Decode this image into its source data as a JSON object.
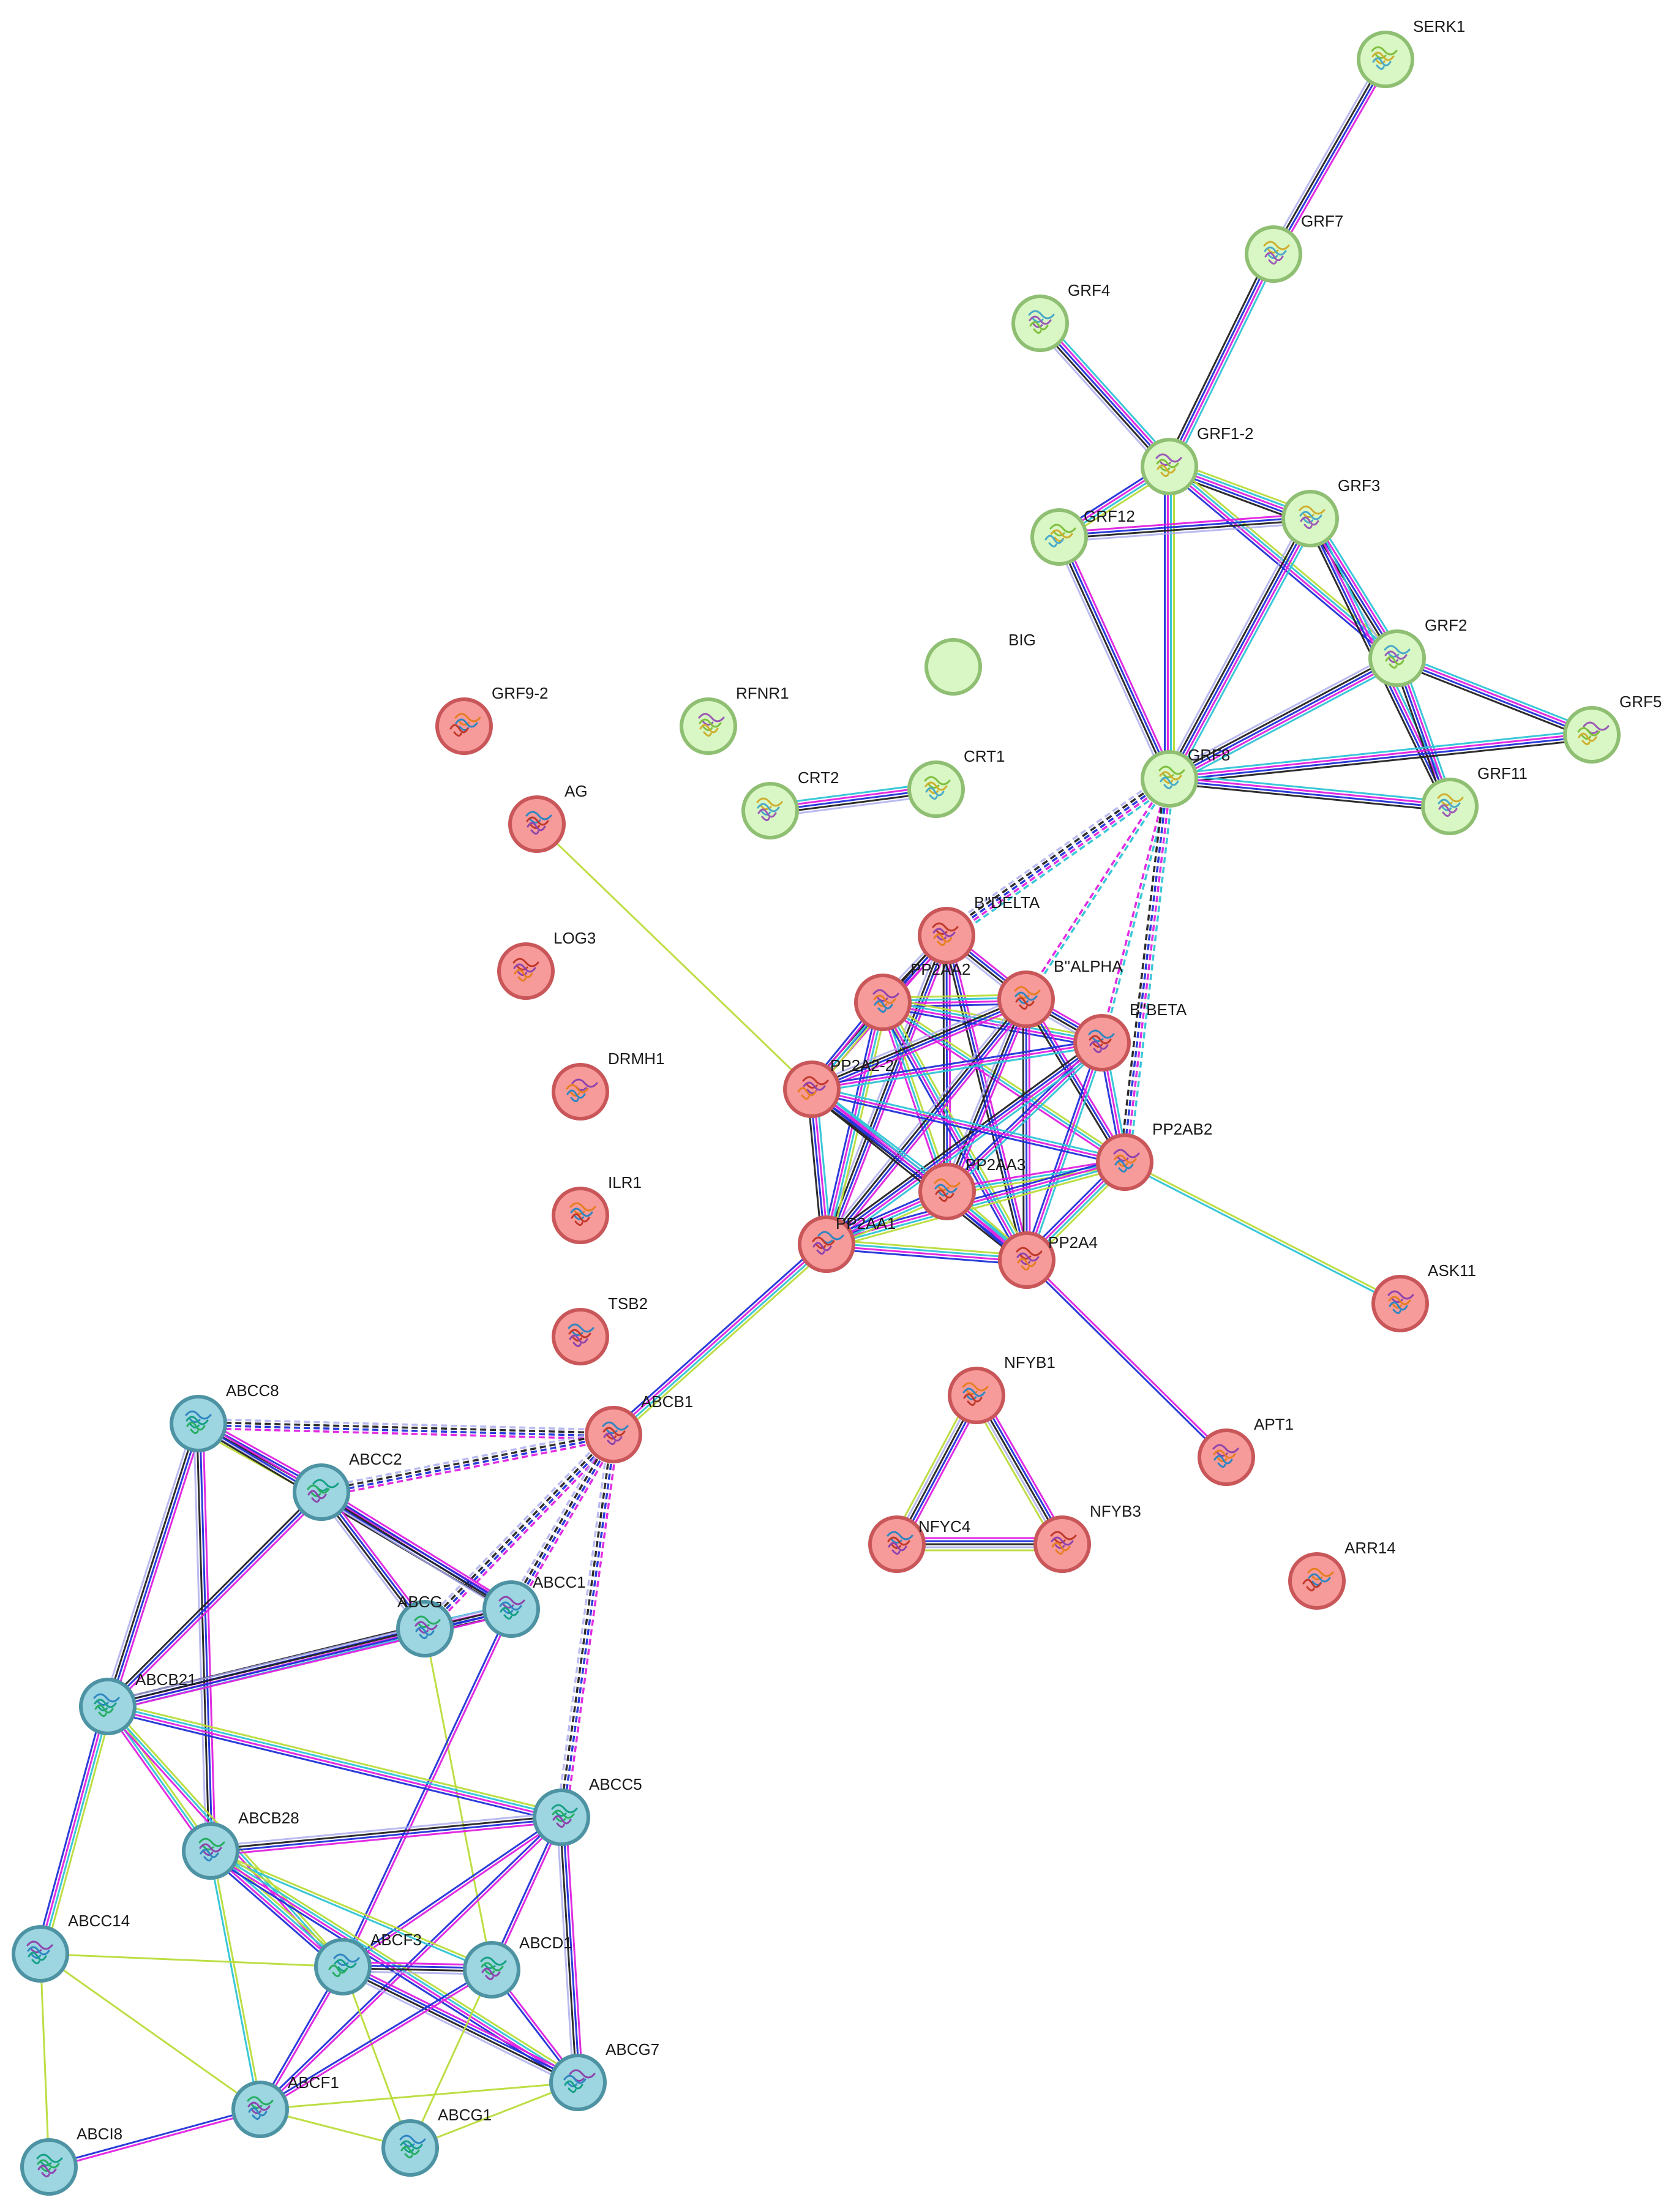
{
  "colors": {
    "cluster_green": "#d9f7c4",
    "cluster_green_stroke": "#8fbf72",
    "cluster_red": "#f79a9a",
    "cluster_red_stroke": "#c9575a",
    "cluster_blue": "#9dd5e0",
    "cluster_blue_stroke": "#4d93a3"
  },
  "edge_colors": [
    "#b9dc3a",
    "#2ec4d6",
    "#e020e0",
    "#2030d8",
    "#222222",
    "#a9a9ee"
  ],
  "nodes": [
    {
      "id": "SERK1",
      "label": "SERK1",
      "cluster": "green",
      "icon": "protein-structure-icon"
    },
    {
      "id": "GRF7",
      "label": "GRF7",
      "cluster": "green",
      "icon": "protein-structure-icon"
    },
    {
      "id": "GRF4",
      "label": "GRF4",
      "cluster": "green",
      "icon": "protein-structure-icon"
    },
    {
      "id": "GRF1-2",
      "label": "GRF1-2",
      "cluster": "green",
      "icon": "protein-structure-icon"
    },
    {
      "id": "GRF12",
      "label": "GRF12",
      "cluster": "green",
      "icon": "protein-structure-icon"
    },
    {
      "id": "GRF3",
      "label": "GRF3",
      "cluster": "green",
      "icon": "protein-structure-icon"
    },
    {
      "id": "GRF2",
      "label": "GRF2",
      "cluster": "green",
      "icon": "protein-structure-icon"
    },
    {
      "id": "GRF5",
      "label": "GRF5",
      "cluster": "green",
      "icon": "protein-structure-icon"
    },
    {
      "id": "GRF8",
      "label": "GRF8",
      "cluster": "green",
      "icon": "protein-structure-icon"
    },
    {
      "id": "GRF11",
      "label": "GRF11",
      "cluster": "green",
      "icon": "protein-structure-icon"
    },
    {
      "id": "BIG",
      "label": "BIG",
      "cluster": "green",
      "icon": ""
    },
    {
      "id": "RFNR1",
      "label": "RFNR1",
      "cluster": "green",
      "icon": "protein-structure-icon"
    },
    {
      "id": "CRT1",
      "label": "CRT1",
      "cluster": "green",
      "icon": "protein-structure-icon"
    },
    {
      "id": "CRT2",
      "label": "CRT2",
      "cluster": "green",
      "icon": "protein-structure-icon"
    },
    {
      "id": "GRF9-2",
      "label": "GRF9-2",
      "cluster": "red",
      "icon": "protein-structure-icon"
    },
    {
      "id": "AG",
      "label": "AG",
      "cluster": "red",
      "icon": "protein-structure-icon"
    },
    {
      "id": "LOG3",
      "label": "LOG3",
      "cluster": "red",
      "icon": "protein-structure-icon"
    },
    {
      "id": "DRMH1",
      "label": "DRMH1",
      "cluster": "red",
      "icon": "protein-structure-icon"
    },
    {
      "id": "ILR1",
      "label": "ILR1",
      "cluster": "red",
      "icon": "protein-structure-icon"
    },
    {
      "id": "TSB2",
      "label": "TSB2",
      "cluster": "red",
      "icon": "protein-structure-icon"
    },
    {
      "id": "B''DELTA",
      "label": "B''DELTA",
      "cluster": "red",
      "icon": "protein-structure-icon"
    },
    {
      "id": "PP2AA2",
      "label": "PP2AA2",
      "cluster": "red",
      "icon": "protein-structure-icon"
    },
    {
      "id": "B''ALPHA",
      "label": "B''ALPHA",
      "cluster": "red",
      "icon": "protein-structure-icon"
    },
    {
      "id": "B''BETA",
      "label": "B''BETA",
      "cluster": "red",
      "icon": "protein-structure-icon"
    },
    {
      "id": "PP2A2-2",
      "label": "PP2A2-2",
      "cluster": "red",
      "icon": "protein-structure-icon"
    },
    {
      "id": "PP2AB2",
      "label": "PP2AB2",
      "cluster": "red",
      "icon": "protein-structure-icon"
    },
    {
      "id": "PP2AA3",
      "label": "PP2AA3",
      "cluster": "red",
      "icon": "protein-structure-icon"
    },
    {
      "id": "PP2AA1",
      "label": "PP2AA1",
      "cluster": "red",
      "icon": "protein-structure-icon"
    },
    {
      "id": "PP2A4",
      "label": "PP2A4",
      "cluster": "red",
      "icon": "protein-structure-icon"
    },
    {
      "id": "ASK11",
      "label": "ASK11",
      "cluster": "red",
      "icon": "protein-structure-icon"
    },
    {
      "id": "NFYB1",
      "label": "NFYB1",
      "cluster": "red",
      "icon": "protein-structure-icon"
    },
    {
      "id": "NFYC4",
      "label": "NFYC4",
      "cluster": "red",
      "icon": "protein-structure-icon"
    },
    {
      "id": "NFYB3",
      "label": "NFYB3",
      "cluster": "red",
      "icon": "protein-structure-icon"
    },
    {
      "id": "APT1",
      "label": "APT1",
      "cluster": "red",
      "icon": "protein-structure-icon"
    },
    {
      "id": "ARR14",
      "label": "ARR14",
      "cluster": "red",
      "icon": "protein-structure-icon"
    },
    {
      "id": "ABCB1",
      "label": "ABCB1",
      "cluster": "red",
      "icon": "protein-structure-icon"
    },
    {
      "id": "ABCC8",
      "label": "ABCC8",
      "cluster": "blue",
      "icon": "protein-structure-icon"
    },
    {
      "id": "ABCC2",
      "label": "ABCC2",
      "cluster": "blue",
      "icon": "protein-structure-icon"
    },
    {
      "id": "ABCG",
      "label": "ABCG",
      "cluster": "blue",
      "icon": "protein-structure-icon"
    },
    {
      "id": "ABCC1",
      "label": "ABCC1",
      "cluster": "blue",
      "icon": "protein-structure-icon"
    },
    {
      "id": "ABCB21",
      "label": "ABCB21",
      "cluster": "blue",
      "icon": "protein-structure-icon"
    },
    {
      "id": "ABCC5",
      "label": "ABCC5",
      "cluster": "blue",
      "icon": "protein-structure-icon"
    },
    {
      "id": "ABCB28",
      "label": "ABCB28",
      "cluster": "blue",
      "icon": "protein-structure-icon"
    },
    {
      "id": "ABCC14",
      "label": "ABCC14",
      "cluster": "blue",
      "icon": "protein-structure-icon"
    },
    {
      "id": "ABCF3",
      "label": "ABCF3",
      "cluster": "blue",
      "icon": "protein-structure-icon"
    },
    {
      "id": "ABCD1",
      "label": "ABCD1",
      "cluster": "blue",
      "icon": "protein-structure-icon"
    },
    {
      "id": "ABCF1",
      "label": "ABCF1",
      "cluster": "blue",
      "icon": "protein-structure-icon"
    },
    {
      "id": "ABCG7",
      "label": "ABCG7",
      "cluster": "blue",
      "icon": "protein-structure-icon"
    },
    {
      "id": "ABCG1",
      "label": "ABCG1",
      "cluster": "blue",
      "icon": "protein-structure-icon"
    },
    {
      "id": "ABCI8",
      "label": "ABCI8",
      "cluster": "blue",
      "icon": "protein-structure-icon"
    }
  ],
  "edges": [
    {
      "source": "SERK1",
      "target": "GRF7",
      "channels": 4,
      "style": "solid"
    },
    {
      "source": "GRF7",
      "target": "GRF1-2",
      "channels": 4,
      "style": "solid"
    },
    {
      "source": "GRF4",
      "target": "GRF1-2",
      "channels": 5,
      "style": "solid"
    },
    {
      "source": "GRF1-2",
      "target": "GRF12",
      "channels": 4,
      "style": "solid"
    },
    {
      "source": "GRF1-2",
      "target": "GRF3",
      "channels": 5,
      "style": "solid"
    },
    {
      "source": "GRF1-2",
      "target": "GRF2",
      "channels": 4,
      "style": "solid"
    },
    {
      "source": "GRF1-2",
      "target": "GRF8",
      "channels": 4,
      "style": "solid"
    },
    {
      "source": "GRF12",
      "target": "GRF3",
      "channels": 4,
      "style": "solid"
    },
    {
      "source": "GRF12",
      "target": "GRF8",
      "channels": 4,
      "style": "solid"
    },
    {
      "source": "GRF3",
      "target": "GRF2",
      "channels": 5,
      "style": "solid"
    },
    {
      "source": "GRF3",
      "target": "GRF8",
      "channels": 5,
      "style": "solid"
    },
    {
      "source": "GRF3",
      "target": "GRF11",
      "channels": 4,
      "style": "solid"
    },
    {
      "source": "GRF2",
      "target": "GRF5",
      "channels": 4,
      "style": "solid"
    },
    {
      "source": "GRF2",
      "target": "GRF8",
      "channels": 5,
      "style": "solid"
    },
    {
      "source": "GRF2",
      "target": "GRF11",
      "channels": 4,
      "style": "solid"
    },
    {
      "source": "GRF8",
      "target": "GRF5",
      "channels": 4,
      "style": "solid"
    },
    {
      "source": "GRF8",
      "target": "GRF11",
      "channels": 4,
      "style": "solid"
    },
    {
      "source": "CRT2",
      "target": "CRT1",
      "channels": 5,
      "style": "solid"
    },
    {
      "source": "GRF8",
      "target": "B''DELTA",
      "channels": 5,
      "style": "dashed"
    },
    {
      "source": "GRF8",
      "target": "B''ALPHA",
      "channels": 2,
      "style": "dashed"
    },
    {
      "source": "GRF8",
      "target": "B''BETA",
      "channels": 2,
      "style": "dashed"
    },
    {
      "source": "GRF8",
      "target": "PP2AB2",
      "channels": 4,
      "style": "dashed"
    },
    {
      "source": "AG",
      "target": "PP2A2-2",
      "channels": 1,
      "style": "solid"
    },
    {
      "source": "B''DELTA",
      "target": "PP2AA2",
      "channels": 4,
      "style": "solid"
    },
    {
      "source": "B''DELTA",
      "target": "B''ALPHA",
      "channels": 4,
      "style": "solid"
    },
    {
      "source": "B''DELTA",
      "target": "PP2A2-2",
      "channels": 3,
      "style": "solid"
    },
    {
      "source": "B''DELTA",
      "target": "PP2AA3",
      "channels": 3,
      "style": "solid"
    },
    {
      "source": "B''DELTA",
      "target": "PP2AA1",
      "channels": 4,
      "style": "solid"
    },
    {
      "source": "B''DELTA",
      "target": "PP2A4",
      "channels": 3,
      "style": "solid"
    },
    {
      "source": "PP2AA2",
      "target": "B''ALPHA",
      "channels": 4,
      "style": "solid"
    },
    {
      "source": "PP2AA2",
      "target": "B''BETA",
      "channels": 4,
      "style": "solid"
    },
    {
      "source": "PP2AA2",
      "target": "PP2A2-2",
      "channels": 4,
      "style": "solid"
    },
    {
      "source": "PP2AA2",
      "target": "PP2AB2",
      "channels": 3,
      "style": "solid"
    },
    {
      "source": "PP2AA2",
      "target": "PP2AA3",
      "channels": 3,
      "style": "solid"
    },
    {
      "source": "PP2AA2",
      "target": "PP2AA1",
      "channels": 4,
      "style": "solid"
    },
    {
      "source": "PP2AA2",
      "target": "PP2A4",
      "channels": 4,
      "style": "solid"
    },
    {
      "source": "B''ALPHA",
      "target": "B''BETA",
      "channels": 4,
      "style": "solid"
    },
    {
      "source": "B''ALPHA",
      "target": "PP2A2-2",
      "channels": 4,
      "style": "solid"
    },
    {
      "source": "B''ALPHA",
      "target": "PP2AB2",
      "channels": 3,
      "style": "solid"
    },
    {
      "source": "B''ALPHA",
      "target": "PP2AA3",
      "channels": 4,
      "style": "solid"
    },
    {
      "source": "B''ALPHA",
      "target": "PP2AA1",
      "channels": 4,
      "style": "solid"
    },
    {
      "source": "B''ALPHA",
      "target": "PP2A4",
      "channels": 3,
      "style": "solid"
    },
    {
      "source": "B''BETA",
      "target": "PP2A2-2",
      "channels": 3,
      "style": "solid"
    },
    {
      "source": "B''BETA",
      "target": "PP2AB2",
      "channels": 3,
      "style": "solid"
    },
    {
      "source": "B''BETA",
      "target": "PP2AA3",
      "channels": 3,
      "style": "solid"
    },
    {
      "source": "B''BETA",
      "target": "PP2AA1",
      "channels": 4,
      "style": "solid"
    },
    {
      "source": "B''BETA",
      "target": "PP2A4",
      "channels": 3,
      "style": "solid"
    },
    {
      "source": "PP2A2-2",
      "target": "PP2AB2",
      "channels": 3,
      "style": "solid"
    },
    {
      "source": "PP2A2-2",
      "target": "PP2AA3",
      "channels": 4,
      "style": "solid"
    },
    {
      "source": "PP2A2-2",
      "target": "PP2AA1",
      "channels": 4,
      "style": "solid"
    },
    {
      "source": "PP2A2-2",
      "target": "PP2A4",
      "channels": 4,
      "style": "solid"
    },
    {
      "source": "PP2AB2",
      "target": "PP2AA3",
      "channels": 3,
      "style": "solid"
    },
    {
      "source": "PP2AB2",
      "target": "PP2AA1",
      "channels": 4,
      "style": "solid"
    },
    {
      "source": "PP2AB2",
      "target": "PP2A4",
      "channels": 4,
      "style": "solid"
    },
    {
      "source": "PP2AA3",
      "target": "PP2AA1",
      "channels": 4,
      "style": "solid"
    },
    {
      "source": "PP2AA3",
      "target": "PP2A4",
      "channels": 4,
      "style": "solid"
    },
    {
      "source": "PP2AA1",
      "target": "PP2A4",
      "channels": 4,
      "style": "solid"
    },
    {
      "source": "PP2AB2",
      "target": "ASK11",
      "channels": 2,
      "style": "solid"
    },
    {
      "source": "PP2A4",
      "target": "APT1",
      "channels": 2,
      "style": "solid"
    },
    {
      "source": "PP2AA1",
      "target": "ABCB1",
      "channels": 4,
      "style": "solid"
    },
    {
      "source": "NFYB1",
      "target": "NFYC4",
      "channels": 5,
      "style": "solid"
    },
    {
      "source": "NFYB1",
      "target": "NFYB3",
      "channels": 5,
      "style": "solid"
    },
    {
      "source": "NFYC4",
      "target": "NFYB3",
      "channels": 5,
      "style": "solid"
    },
    {
      "source": "ABCB1",
      "target": "ABCC8",
      "channels": 4,
      "style": "dashed"
    },
    {
      "source": "ABCB1",
      "target": "ABCC2",
      "channels": 4,
      "style": "dashed"
    },
    {
      "source": "ABCB1",
      "target": "ABCG",
      "channels": 4,
      "style": "dashed"
    },
    {
      "source": "ABCB1",
      "target": "ABCC1",
      "channels": 4,
      "style": "dashed"
    },
    {
      "source": "ABCB1",
      "target": "ABCC5",
      "channels": 4,
      "style": "dashed"
    },
    {
      "source": "ABCC8",
      "target": "ABCC2",
      "channels": 5,
      "style": "solid"
    },
    {
      "source": "ABCC8",
      "target": "ABCC1",
      "channels": 3,
      "style": "solid"
    },
    {
      "source": "ABCC8",
      "target": "ABCB21",
      "channels": 4,
      "style": "solid"
    },
    {
      "source": "ABCC8",
      "target": "ABCB28",
      "channels": 4,
      "style": "solid"
    },
    {
      "source": "ABCC2",
      "target": "ABCC1",
      "channels": 4,
      "style": "solid"
    },
    {
      "source": "ABCC2",
      "target": "ABCG",
      "channels": 4,
      "style": "solid"
    },
    {
      "source": "ABCC2",
      "target": "ABCB21",
      "channels": 3,
      "style": "solid"
    },
    {
      "source": "ABCG",
      "target": "ABCC1",
      "channels": 4,
      "style": "solid"
    },
    {
      "source": "ABCG",
      "target": "ABCB21",
      "channels": 4,
      "style": "solid"
    },
    {
      "source": "ABCG",
      "target": "ABCD1",
      "channels": 1,
      "style": "solid"
    },
    {
      "source": "ABCC1",
      "target": "ABCB21",
      "channels": 4,
      "style": "solid"
    },
    {
      "source": "ABCC1",
      "target": "ABCF3",
      "channels": 2,
      "style": "solid"
    },
    {
      "source": "ABCB21",
      "target": "ABCC5",
      "channels": 4,
      "style": "solid"
    },
    {
      "source": "ABCB21",
      "target": "ABCC14",
      "channels": 4,
      "style": "solid"
    },
    {
      "source": "ABCB21",
      "target": "ABCB28",
      "channels": 3,
      "style": "solid"
    },
    {
      "source": "ABCB21",
      "target": "ABCF3",
      "channels": 3,
      "style": "solid"
    },
    {
      "source": "ABCC5",
      "target": "ABCB28",
      "channels": 4,
      "style": "solid"
    },
    {
      "source": "ABCC5",
      "target": "ABCF3",
      "channels": 2,
      "style": "solid"
    },
    {
      "source": "ABCC5",
      "target": "ABCD1",
      "channels": 2,
      "style": "solid"
    },
    {
      "source": "ABCC5",
      "target": "ABCF1",
      "channels": 2,
      "style": "solid"
    },
    {
      "source": "ABCC5",
      "target": "ABCG7",
      "channels": 4,
      "style": "solid"
    },
    {
      "source": "ABCB28",
      "target": "ABCF3",
      "channels": 4,
      "style": "solid"
    },
    {
      "source": "ABCB28",
      "target": "ABCD1",
      "channels": 2,
      "style": "solid"
    },
    {
      "source": "ABCB28",
      "target": "ABCF1",
      "channels": 2,
      "style": "solid"
    },
    {
      "source": "ABCB28",
      "target": "ABCG7",
      "channels": 4,
      "style": "solid"
    },
    {
      "source": "ABCC14",
      "target": "ABCF3",
      "channels": 1,
      "style": "solid"
    },
    {
      "source": "ABCC14",
      "target": "ABCF1",
      "channels": 1,
      "style": "solid"
    },
    {
      "source": "ABCC14",
      "target": "ABCI8",
      "channels": 1,
      "style": "solid"
    },
    {
      "source": "ABCF3",
      "target": "ABCD1",
      "channels": 4,
      "style": "solid"
    },
    {
      "source": "ABCF3",
      "target": "ABCF1",
      "channels": 2,
      "style": "solid"
    },
    {
      "source": "ABCF3",
      "target": "ABCG7",
      "channels": 4,
      "style": "solid"
    },
    {
      "source": "ABCF3",
      "target": "ABCG1",
      "channels": 1,
      "style": "solid"
    },
    {
      "source": "ABCD1",
      "target": "ABCF1",
      "channels": 2,
      "style": "solid"
    },
    {
      "source": "ABCD1",
      "target": "ABCG7",
      "channels": 2,
      "style": "solid"
    },
    {
      "source": "ABCD1",
      "target": "ABCG1",
      "channels": 1,
      "style": "solid"
    },
    {
      "source": "ABCF1",
      "target": "ABCG7",
      "channels": 1,
      "style": "solid"
    },
    {
      "source": "ABCF1",
      "target": "ABCG1",
      "channels": 1,
      "style": "solid"
    },
    {
      "source": "ABCF1",
      "target": "ABCI8",
      "channels": 2,
      "style": "solid"
    },
    {
      "source": "ABCG1",
      "target": "ABCG7",
      "channels": 1,
      "style": "solid"
    }
  ]
}
